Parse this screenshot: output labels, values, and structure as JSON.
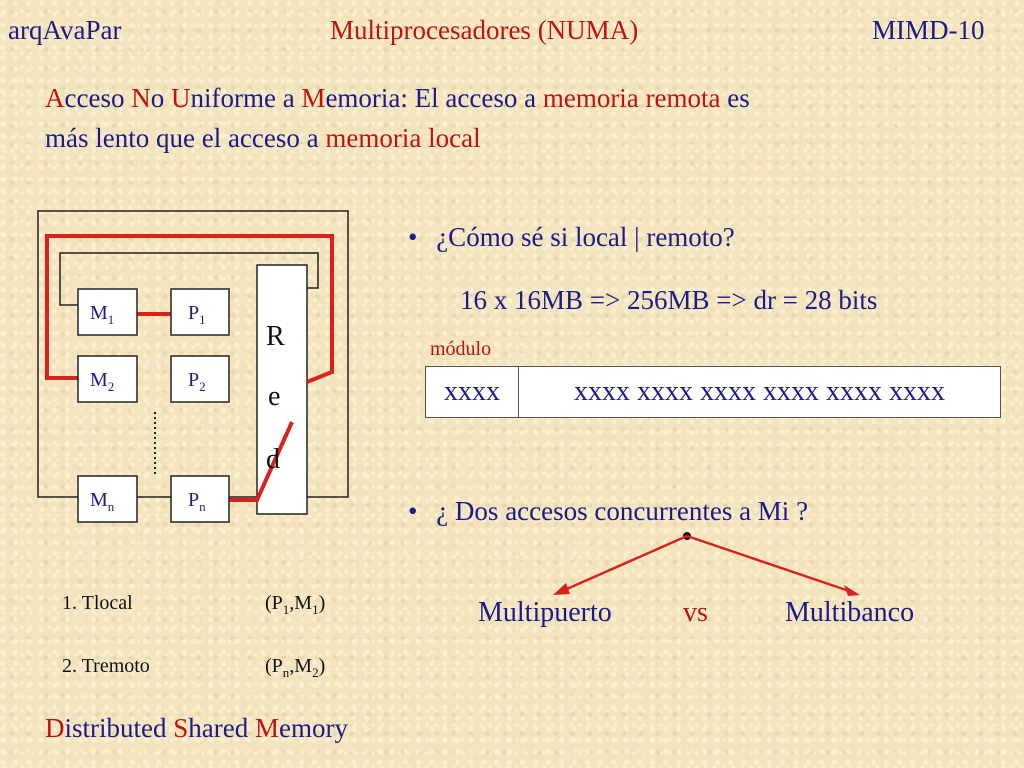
{
  "header": {
    "left": "arqAvaPar",
    "title": "Multiprocesadores (NUMA)",
    "right": "MIMD-10"
  },
  "intro": {
    "w1a": "A",
    "w1b": "cceso ",
    "w2a": "N",
    "w2b": "o ",
    "w3a": "U",
    "w3b": "niforme a ",
    "w4a": "M",
    "w4b": "emoria:",
    "t1": " El acceso a ",
    "r1": "memoria remota",
    "t2": " es",
    "t3": "más lento que el acceso a ",
    "r2": "memoria local"
  },
  "diagram": {
    "mem_prefix": "M",
    "proc_prefix": "P",
    "sub1": "1",
    "sub2": "2",
    "subn": "n",
    "red_letters": [
      "R",
      "e",
      "d"
    ],
    "colors": {
      "link": "#d8221b",
      "frame": "#222222",
      "box_fill": "#ffffff"
    }
  },
  "bullets": {
    "b1": "¿Cómo sé si local | remoto?",
    "calc": "16 x 16MB => 256MB => dr = 28 bits",
    "modulo": "módulo",
    "addr_module": "xxxx",
    "addr_offset": "xxxx xxxx xxxx xxxx xxxx xxxx",
    "b2": "¿ Dos accesos concurrentes a Mi ?",
    "opt_left": "Multipuerto",
    "vs": "vs",
    "opt_right": "Multibanco"
  },
  "timing": {
    "t1_label": "1. Tlocal",
    "t2_label": "2. Tremoto",
    "t1_pair_p": "P",
    "t1_pair_psub": "1",
    "t1_pair_m": "M",
    "t1_pair_msub": "1",
    "t2_pair_p": "P",
    "t2_pair_psub": "n",
    "t2_pair_m": "M",
    "t2_pair_msub": "2"
  },
  "footer": {
    "d1": "D",
    "d2": "istributed ",
    "s1": "S",
    "s2": "hared ",
    "m1": "M",
    "m2": "emory"
  }
}
